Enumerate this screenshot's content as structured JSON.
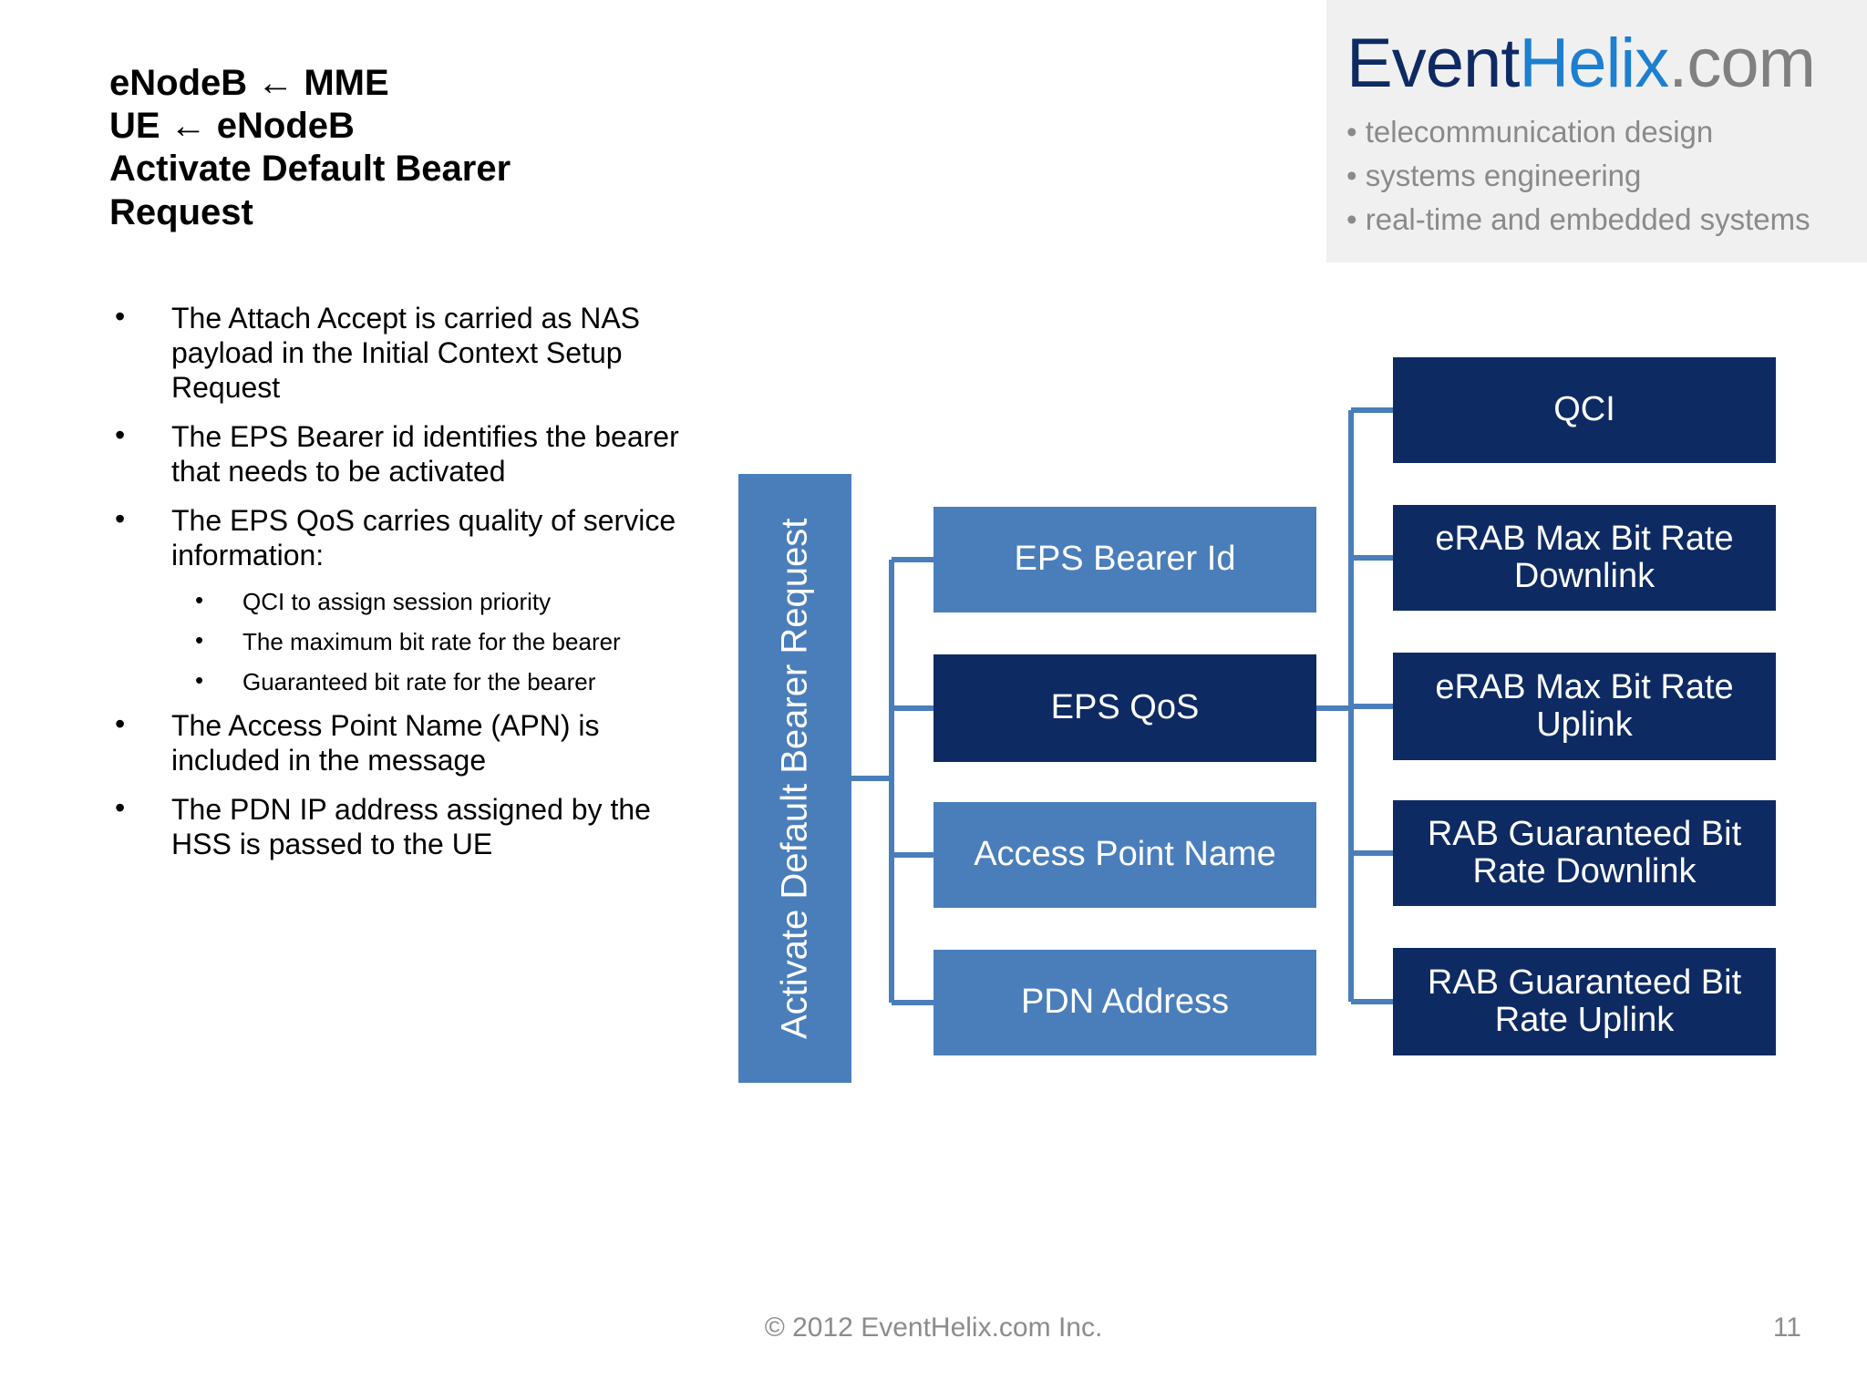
{
  "slide": {
    "title_lines": [
      "eNodeB ← MME",
      "UE ← eNodeB",
      "Activate Default Bearer",
      "Request"
    ],
    "bullets": [
      {
        "level": 1,
        "text": "The Attach Accept is carried as NAS payload in the Initial Context Setup Request"
      },
      {
        "level": 1,
        "text": "The EPS Bearer id identifies the bearer that needs to be activated"
      },
      {
        "level": 1,
        "text": "The EPS QoS carries quality of service information:"
      },
      {
        "level": 2,
        "text": "QCI to assign session priority"
      },
      {
        "level": 2,
        "text": "The maximum bit rate for the bearer"
      },
      {
        "level": 2,
        "text": "Guaranteed bit rate for the bearer"
      },
      {
        "level": 1,
        "text": "The Access Point Name (APN) is included in the message"
      },
      {
        "level": 1,
        "text": "The PDN IP address assigned by the HSS is passed to the UE"
      }
    ]
  },
  "logo": {
    "word_event": "Event",
    "word_helix": "Helix",
    "word_com": ".com",
    "taglines": [
      "• telecommunication design",
      "• systems engineering",
      "• real-time and embedded systems"
    ],
    "colors": {
      "event": "#0d2a63",
      "helix": "#1c7fd0",
      "com": "#808080",
      "panel_bg": "#f0f0f0"
    }
  },
  "diagram": {
    "root": {
      "label": "Activate Default Bearer Request",
      "style": "light"
    },
    "level2": [
      {
        "label": "EPS Bearer Id",
        "style": "light"
      },
      {
        "label": "EPS QoS",
        "style": "dark"
      },
      {
        "label": "Access Point Name",
        "style": "light"
      },
      {
        "label": "PDN Address",
        "style": "light"
      }
    ],
    "level3": [
      {
        "label": "QCI",
        "style": "dark"
      },
      {
        "label": "eRAB Max Bit Rate Downlink",
        "style": "dark"
      },
      {
        "label": "eRAB Max Bit Rate Uplink",
        "style": "dark"
      },
      {
        "label": "RAB Guaranteed Bit Rate Downlink",
        "style": "dark"
      },
      {
        "label": "RAB Guaranteed Bit Rate Uplink",
        "style": "dark"
      }
    ],
    "colors": {
      "light_box": "#4a7ebb",
      "dark_box": "#0d2a63",
      "connector": "#4a7ebb"
    }
  },
  "footer": {
    "copyright": "© 2012 EventHelix.com Inc.",
    "page_number": "11"
  }
}
